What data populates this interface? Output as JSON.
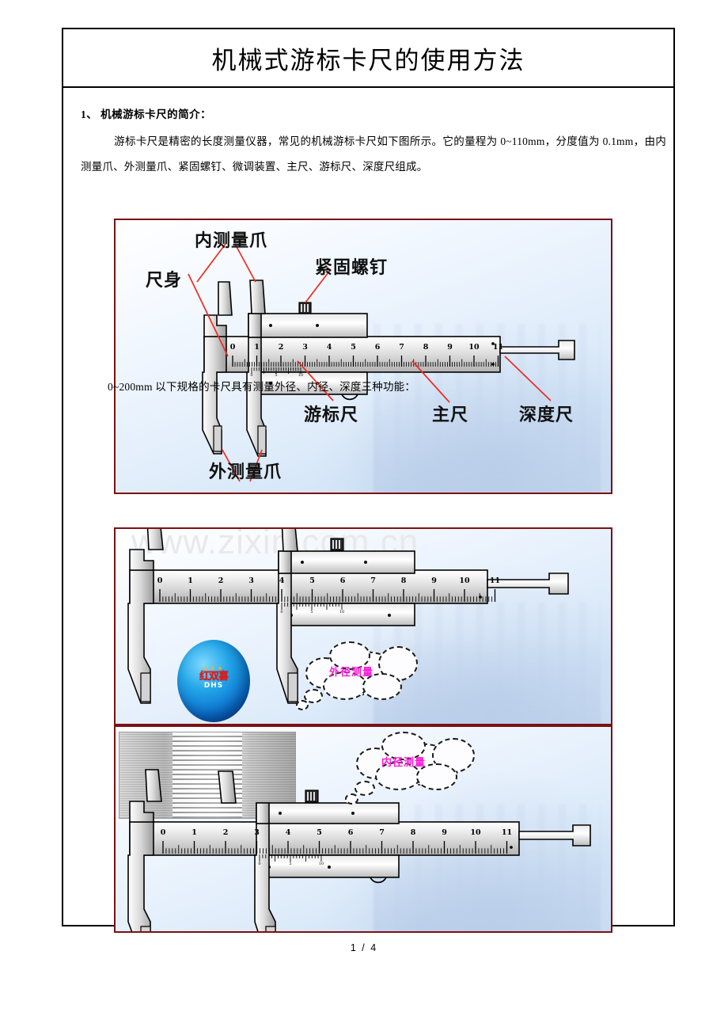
{
  "document": {
    "title": "机械式游标卡尺的使用方法",
    "footer_page": "1 / 4",
    "watermark": "www.zixin.com.cn"
  },
  "section1": {
    "heading": "1、 机械游标卡尺的简介：",
    "paragraph": "游标卡尺是精密的长度测量仪器，常见的机械游标卡尺如下图所示。它的量程为 0~110mm，分度值为 0.1mm，由内测量爪、外测量爪、紧固螺钉、微调装置、主尺、游标尺、深度尺组成。",
    "mid_text": "0~200mm 以下规格的卡尺具有测量外径、内径、深度三种功能："
  },
  "figure1": {
    "name": "游标卡尺结构图",
    "labels": {
      "inner_jaws": "内测量爪",
      "body": "尺身",
      "lock_screw": "紧固螺钉",
      "vernier_scale": "游标尺",
      "main_scale": "主尺",
      "depth_rod": "深度尺",
      "outer_jaws": "外测量爪"
    },
    "main_scale_ticks": [
      "0",
      "1",
      "2",
      "3",
      "4",
      "5",
      "6",
      "7",
      "8",
      "9",
      "10",
      "11"
    ],
    "vernier_ticks": [
      "0",
      "5",
      "10"
    ]
  },
  "figure2": {
    "name": "外径测量示意图",
    "callout": "外径测量",
    "ball_logo_cn": "红双喜",
    "ball_logo_en": "DHS",
    "ball_logo_mark": "R",
    "ball_stars": "★★★",
    "main_scale_ticks": [
      "0",
      "1",
      "2",
      "3",
      "4",
      "5",
      "6",
      "7",
      "8",
      "9",
      "10",
      "11"
    ],
    "vernier_ticks": [
      "0",
      "5",
      "10"
    ]
  },
  "figure3": {
    "name": "内径测量示意图",
    "callout": "内径测量",
    "main_scale_ticks": [
      "0",
      "1",
      "2",
      "3",
      "4",
      "5",
      "6",
      "7",
      "8",
      "9",
      "10",
      "11"
    ],
    "vernier_ticks": [
      "0",
      "5",
      "10"
    ]
  },
  "colors": {
    "figure_border": "#7B1113",
    "leader_line": "#ef2b20",
    "callout_text": "#ff1ad9",
    "page_border": "#000000",
    "ball": "#0a6fd0"
  }
}
